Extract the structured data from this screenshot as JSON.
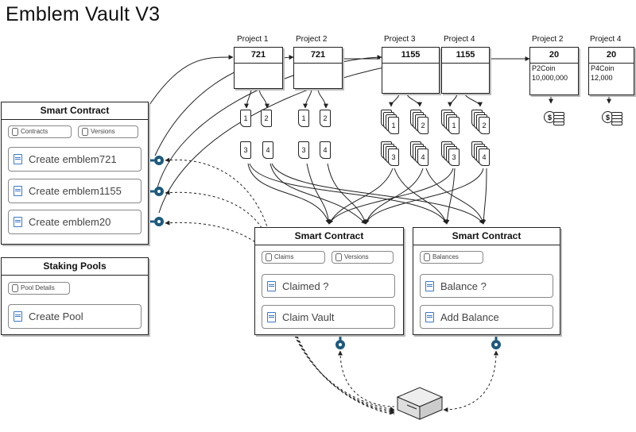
{
  "title": "Emblem Vault V3",
  "projects": [
    {
      "label": "Project 1",
      "standard": "721"
    },
    {
      "label": "Project 2",
      "standard": "721"
    },
    {
      "label": "Project 3",
      "standard": "1155"
    },
    {
      "label": "Project 4",
      "standard": "1155"
    },
    {
      "label": "Project 2",
      "standard": "20",
      "lines": [
        "P2Coin",
        "10,000,000"
      ]
    },
    {
      "label": "Project 4",
      "standard": "20",
      "lines": [
        "P4Coin",
        "12,000"
      ]
    }
  ],
  "token_docs": [
    "1",
    "2",
    "3",
    "4"
  ],
  "coin_symbol": "$",
  "main_contract": {
    "title": "Smart Contract",
    "tabs": [
      "Contracts",
      "Versions"
    ],
    "buttons": [
      "Create emblem721",
      "Create emblem1155",
      "Create emblem20"
    ]
  },
  "staking": {
    "title": "Staking Pools",
    "tabs": [
      "Pool Details"
    ],
    "buttons": [
      "Create Pool"
    ]
  },
  "claims_contract": {
    "title": "Smart Contract",
    "tabs": [
      "Claims",
      "Versions"
    ],
    "buttons": [
      "Claimed ?",
      "Claim Vault"
    ]
  },
  "balances_contract": {
    "title": "Smart Contract",
    "tabs": [
      "Balances"
    ],
    "buttons": [
      "Balance ?",
      "Add Balance"
    ]
  },
  "colors": {
    "key": "#1d5a7e",
    "file_icon": "#3a7ac8",
    "border": "#222222"
  }
}
